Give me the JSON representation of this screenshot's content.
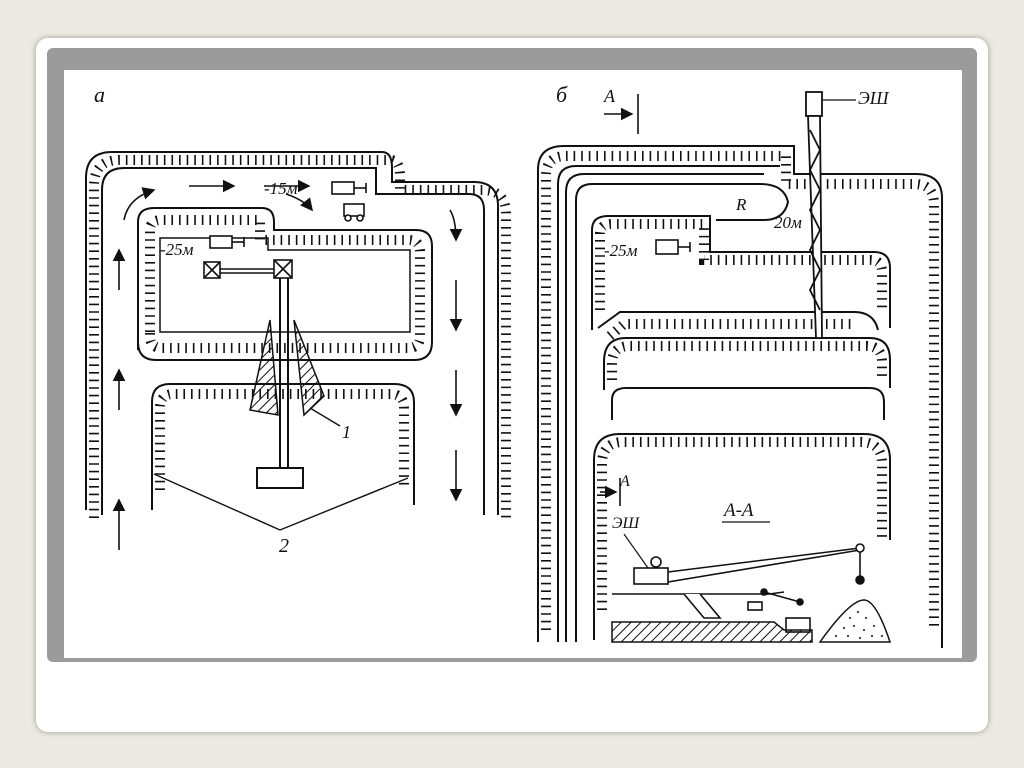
{
  "panels": {
    "left": {
      "letter": "а",
      "level_upper": "-15м",
      "level_lower": "-25м",
      "callout_1": "1",
      "callout_2": "2"
    },
    "right": {
      "letter": "б",
      "section_marker_top": "А",
      "section_marker_bottom": "А",
      "machine_label_top": "ЭШ",
      "radius_label": "R",
      "level_upper": "20м",
      "level_lower": "-25м",
      "section_title": "А-А",
      "section_machine_label": "ЭШ"
    }
  }
}
